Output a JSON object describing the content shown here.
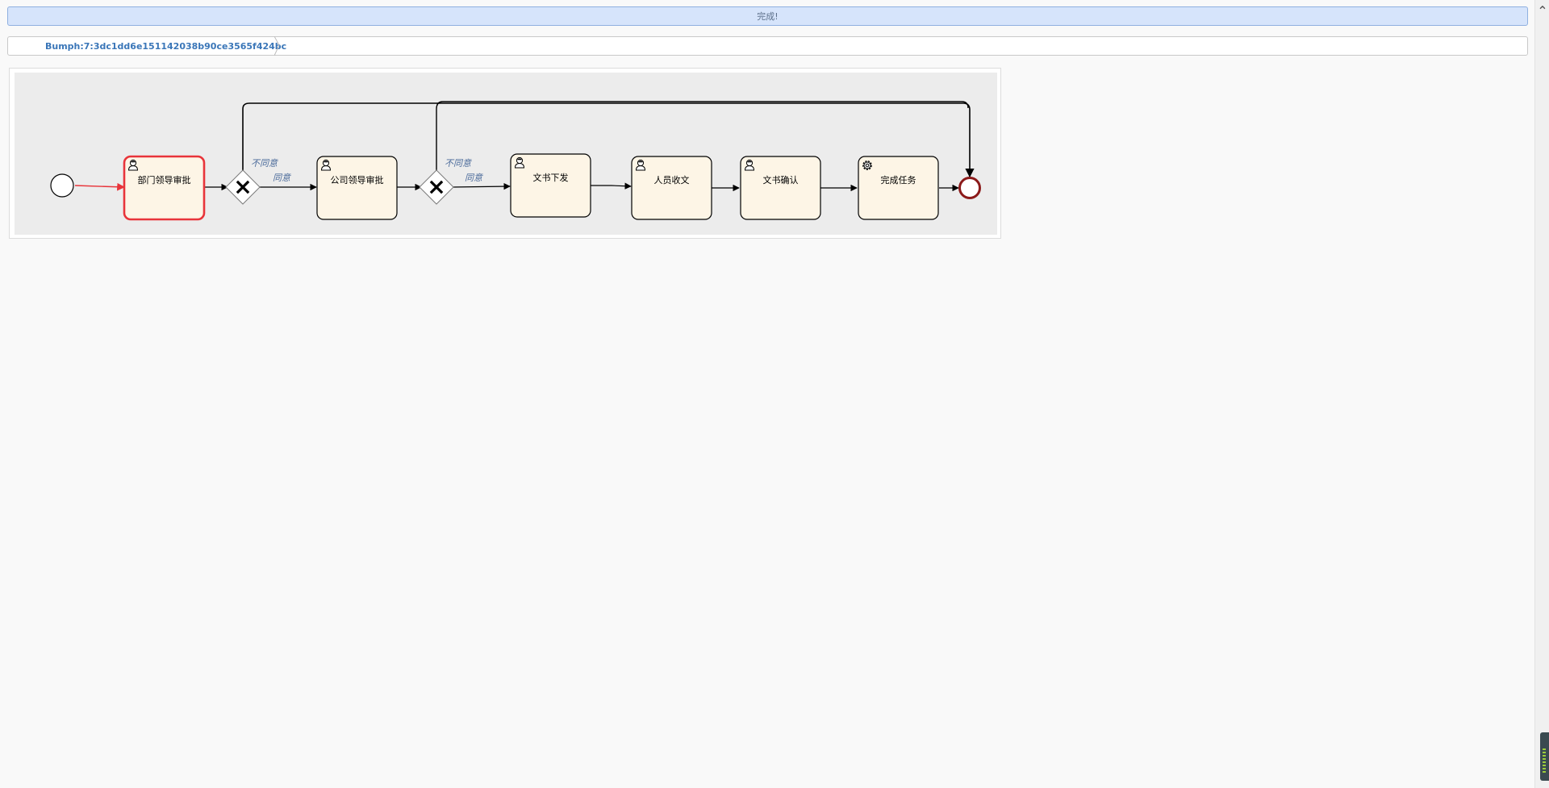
{
  "status": {
    "message": "完成!"
  },
  "breadcrumb": {
    "item": "Bumph:7:3dc1dd6e151142038b90ce3565f424bc"
  },
  "diagram": {
    "tasks": {
      "dept_leader": "部门领导审批",
      "company_leader": "公司领导审批",
      "issue_document": "文书下发",
      "receive_document": "人员收文",
      "confirm_document": "文书确认",
      "complete_task": "完成任务"
    },
    "flows": {
      "gw1_reject": "不同意",
      "gw1_approve": "同意",
      "gw2_reject": "不同意",
      "gw2_approve": "同意"
    },
    "colors": {
      "task_fill": "#fdf5e6",
      "active_border": "#e8343a",
      "end_event_stroke": "#8b1a1a",
      "flow_label": "#4a6a9a"
    },
    "icons": {
      "user_task": "user-icon",
      "service_task": "gear-icon",
      "gateway": "exclusive-gateway-x-icon"
    }
  }
}
